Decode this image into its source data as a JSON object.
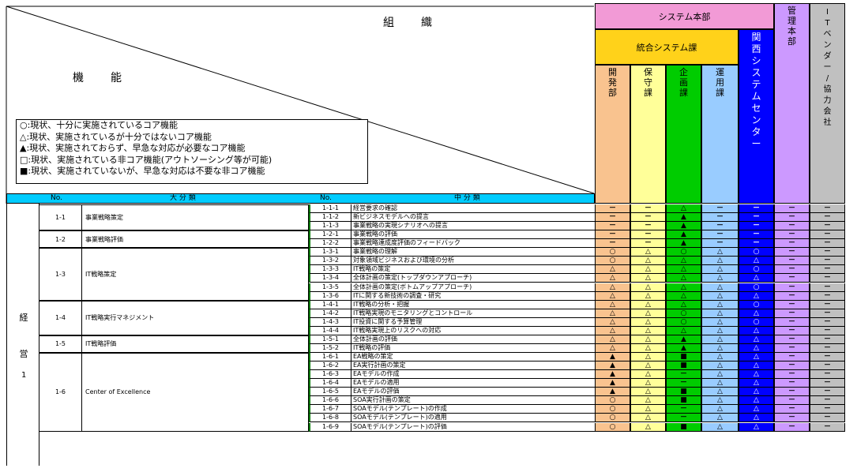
{
  "header": {
    "soshiki": "組　　織",
    "kinou": "機　　能",
    "system_honbu": "システム本部",
    "tougou": "統合システム課",
    "kaihatsu": "開発部",
    "hoshu": "保守課",
    "kikaku": "企画課",
    "unyou": "運用課",
    "kansai": "関西システムセンター",
    "kanri": "管理本部",
    "it_vendor": "ITベンダー/協力会社"
  },
  "legend": [
    "○:現状、十分に実施されているコア機能",
    "△:現状、実施されているが十分ではないコア機能",
    "▲:現状、実施されておらず、早急な対応が必要なコア機能",
    "□:現状、実施されている非コア機能(アウトソーシング等が可能)",
    "■:現状、実施されていないが、早急な対応は不要な非コア機能"
  ],
  "colheaders": {
    "no": "No.",
    "dai": "大 分 類",
    "no2": "No.",
    "chu": "中 分 類"
  },
  "left_group": "経営",
  "left_group2": "1",
  "colors": {
    "system_honbu": "#f29ad6",
    "tougou": "#ffd21a",
    "kaihatsu": "#f9c38f",
    "hoshu": "#ffff99",
    "kikaku": "#00cc00",
    "unyou": "#99ccff",
    "kansai": "#0000ff",
    "kanri": "#cc99ff",
    "it_vendor": "#c0c0c0",
    "band": "#00ccff"
  },
  "groups": [
    {
      "no": "1-1",
      "name": "事業戦略策定",
      "rows": [
        {
          "no": "1-1-1",
          "name": "経営要求の確認",
          "marks": [
            "－",
            "－",
            "△",
            "－",
            "－",
            "－",
            "－"
          ]
        },
        {
          "no": "1-1-2",
          "name": "新ビジネスモデルへの提言",
          "marks": [
            "－",
            "－",
            "▲",
            "－",
            "－",
            "－",
            "－"
          ]
        },
        {
          "no": "1-1-3",
          "name": "事業戦略の実現シナリオへの提言",
          "marks": [
            "－",
            "－",
            "▲",
            "－",
            "－",
            "－",
            "－"
          ]
        }
      ]
    },
    {
      "no": "1-2",
      "name": "事業戦略評価",
      "rows": [
        {
          "no": "1-2-1",
          "name": "事業戦略の評価",
          "marks": [
            "－",
            "－",
            "▲",
            "－",
            "－",
            "－",
            "－"
          ]
        },
        {
          "no": "1-2-2",
          "name": "事業戦略達成度評価のフィードバック",
          "marks": [
            "－",
            "－",
            "▲",
            "－",
            "－",
            "－",
            "－"
          ]
        }
      ]
    },
    {
      "no": "1-3",
      "name": "IT戦略策定",
      "rows": [
        {
          "no": "1-3-1",
          "name": "事業戦略の理解",
          "marks": [
            "○",
            "△",
            "○",
            "△",
            "○",
            "－",
            "－"
          ]
        },
        {
          "no": "1-3-2",
          "name": "対象領域ビジネスおよび環境の分析",
          "marks": [
            "○",
            "△",
            "△",
            "△",
            "△",
            "－",
            "－"
          ]
        },
        {
          "no": "1-3-3",
          "name": "IT戦略の策定",
          "marks": [
            "△",
            "△",
            "△",
            "△",
            "○",
            "－",
            "－"
          ]
        },
        {
          "no": "1-3-4",
          "name": "全体計画の策定(トップダウンアプローチ)",
          "marks": [
            "△",
            "△",
            "△",
            "△",
            "△",
            "－",
            "－"
          ]
        },
        {
          "no": "1-3-5",
          "name": "全体計画の策定(ボトムアップアプローチ)",
          "marks": [
            "△",
            "△",
            "△",
            "△",
            "○",
            "－",
            "－"
          ]
        },
        {
          "no": "1-3-6",
          "name": "ITに関する新技術の調査・研究",
          "marks": [
            "△",
            "△",
            "△",
            "△",
            "△",
            "－",
            "－"
          ]
        }
      ]
    },
    {
      "no": "1-4",
      "name": "IT戦略実行マネジメント",
      "rows": [
        {
          "no": "1-4-1",
          "name": "IT戦略の分析・把握",
          "marks": [
            "△",
            "△",
            "△",
            "△",
            "○",
            "－",
            "－"
          ]
        },
        {
          "no": "1-4-2",
          "name": "IT戦略実現のモニタリングとコントロール",
          "marks": [
            "△",
            "△",
            "○",
            "△",
            "△",
            "－",
            "－"
          ]
        },
        {
          "no": "1-4-3",
          "name": "IT投資に関する予算管理",
          "marks": [
            "△",
            "△",
            "○",
            "△",
            "○",
            "－",
            "－"
          ]
        },
        {
          "no": "1-4-4",
          "name": "IT戦略実現上のリスクへの対応",
          "marks": [
            "△",
            "△",
            "△",
            "△",
            "△",
            "－",
            "－"
          ]
        }
      ]
    },
    {
      "no": "1-5",
      "name": "IT戦略評価",
      "rows": [
        {
          "no": "1-5-1",
          "name": "全体計画の評価",
          "marks": [
            "△",
            "△",
            "▲",
            "△",
            "△",
            "－",
            "－"
          ]
        },
        {
          "no": "1-5-2",
          "name": "IT戦略の評価",
          "marks": [
            "△",
            "△",
            "▲",
            "△",
            "△",
            "－",
            "－"
          ]
        }
      ]
    },
    {
      "no": "1-6",
      "name": "Center of Excellence",
      "rows": [
        {
          "no": "1-6-1",
          "name": "EA戦略の策定",
          "marks": [
            "▲",
            "△",
            "■",
            "△",
            "△",
            "－",
            "－"
          ]
        },
        {
          "no": "1-6-2",
          "name": "EA実行計画の策定",
          "marks": [
            "▲",
            "△",
            "■",
            "△",
            "△",
            "－",
            "－"
          ]
        },
        {
          "no": "1-6-3",
          "name": "EAモデルの作成",
          "marks": [
            "▲",
            "△",
            "－",
            "△",
            "△",
            "－",
            "－"
          ]
        },
        {
          "no": "1-6-4",
          "name": "EAモデルの適用",
          "marks": [
            "▲",
            "△",
            "－",
            "△",
            "△",
            "－",
            "－"
          ]
        },
        {
          "no": "1-6-5",
          "name": "EAモデルの評価",
          "marks": [
            "▲",
            "△",
            "■",
            "△",
            "△",
            "－",
            "－"
          ]
        },
        {
          "no": "1-6-6",
          "name": "SOA実行計画の策定",
          "marks": [
            "○",
            "△",
            "■",
            "△",
            "△",
            "－",
            "－"
          ]
        },
        {
          "no": "1-6-7",
          "name": "SOAモデル(テンプレート)の作成",
          "marks": [
            "○",
            "△",
            "－",
            "△",
            "△",
            "－",
            "－"
          ]
        },
        {
          "no": "1-6-8",
          "name": "SOAモデル(テンプレート)の適用",
          "marks": [
            "○",
            "△",
            "－",
            "△",
            "△",
            "－",
            "－"
          ]
        },
        {
          "no": "1-6-9",
          "name": "SOAモデル(テンプレート)の評価",
          "marks": [
            "○",
            "△",
            "■",
            "△",
            "△",
            "－",
            "－"
          ]
        }
      ]
    }
  ]
}
